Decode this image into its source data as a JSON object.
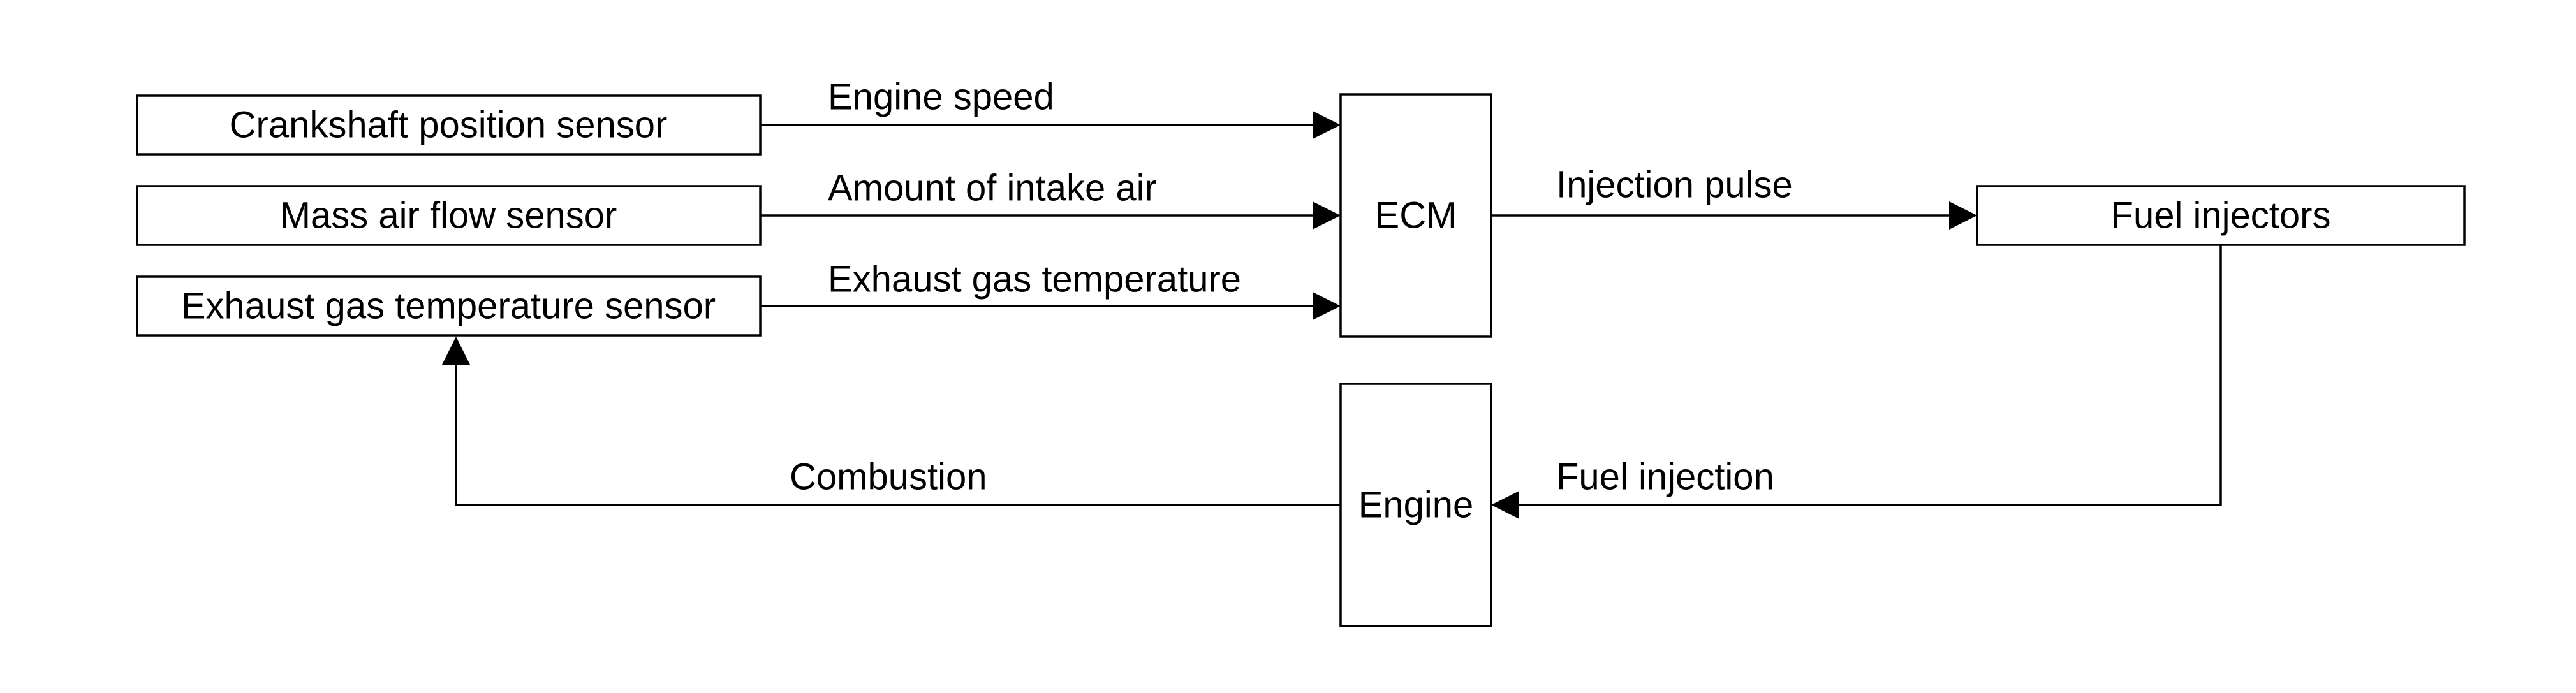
{
  "diagram": {
    "nodes": {
      "crankshaft_sensor": "Crankshaft position sensor",
      "maf_sensor": "Mass air flow sensor",
      "egt_sensor": "Exhaust gas temperature sensor",
      "ecm": "ECM",
      "fuel_injectors": "Fuel injectors",
      "engine": "Engine"
    },
    "edges": {
      "engine_speed": "Engine speed",
      "intake_air": "Amount of intake air",
      "exhaust_gas_temp": "Exhaust gas temperature",
      "injection_pulse": "Injection pulse",
      "fuel_injection": "Fuel injection",
      "combustion": "Combustion"
    }
  }
}
